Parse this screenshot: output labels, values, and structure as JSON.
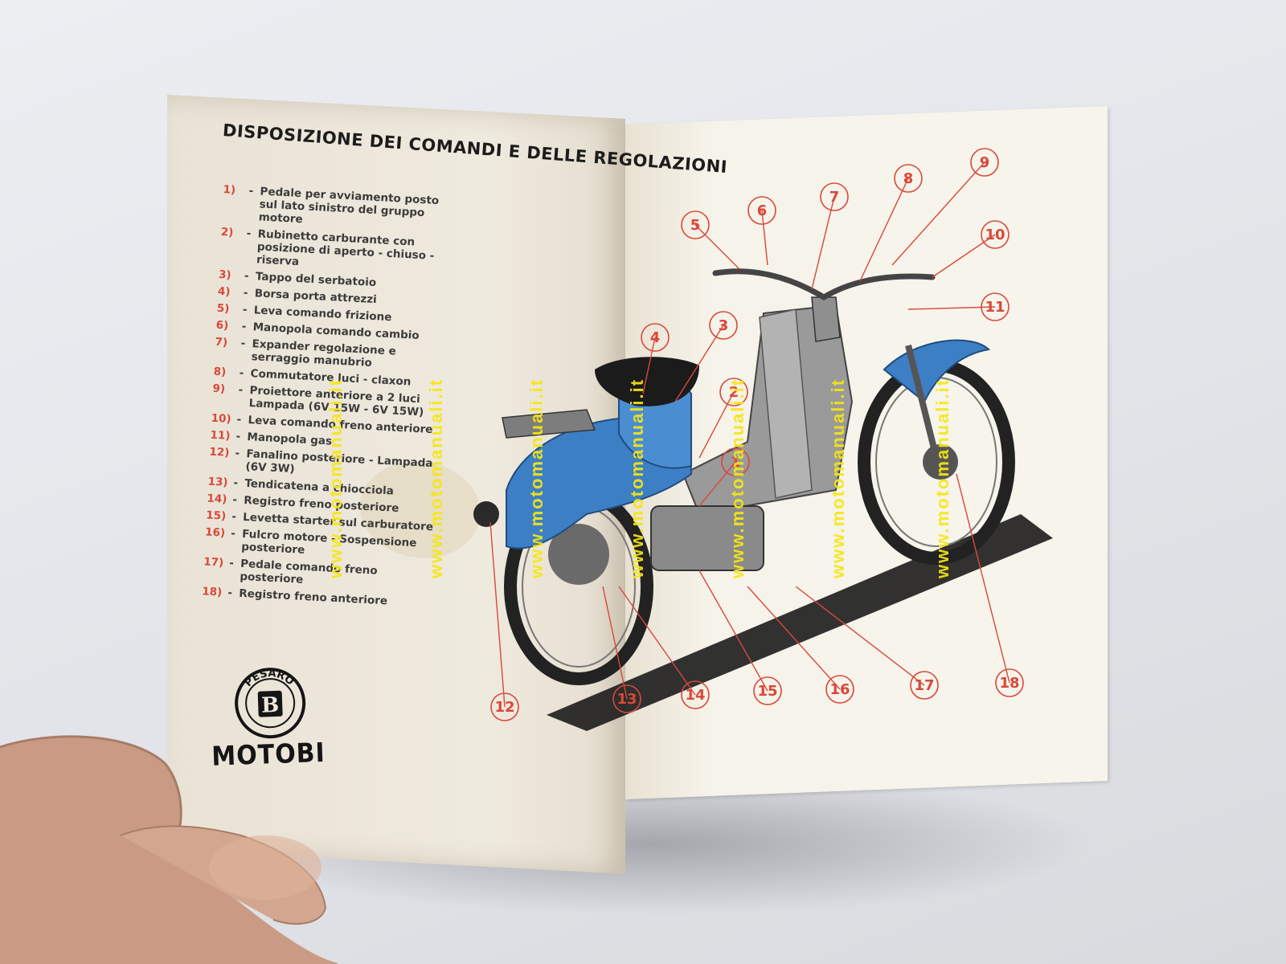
{
  "manual": {
    "title": "DISPOSIZIONE DEI COMANDI E DELLE REGOLAZIONI",
    "items": [
      {
        "num": "1)",
        "text": "Pedale per avviamento posto sul lato sinistro del gruppo motore"
      },
      {
        "num": "2)",
        "text": "Rubinetto carburante con posizione di aperto - chiuso - riserva"
      },
      {
        "num": "3)",
        "text": "Tappo del serbatoio"
      },
      {
        "num": "4)",
        "text": "Borsa porta attrezzi"
      },
      {
        "num": "5)",
        "text": "Leva comando frizione"
      },
      {
        "num": "6)",
        "text": "Manopola comando cambio"
      },
      {
        "num": "7)",
        "text": "Expander regolazione e serraggio manubrio"
      },
      {
        "num": "8)",
        "text": "Commutatore luci - claxon"
      },
      {
        "num": "9)",
        "text": "Proiettore anteriore a 2 luci Lampada (6V 15W - 6V 15W)"
      },
      {
        "num": "10)",
        "text": "Leva comando freno anteriore"
      },
      {
        "num": "11)",
        "text": "Manopola gas"
      },
      {
        "num": "12)",
        "text": "Fanalino posteriore - Lampada (6V 3W)"
      },
      {
        "num": "13)",
        "text": "Tendicatena a chiocciola"
      },
      {
        "num": "14)",
        "text": "Registro freno posteriore"
      },
      {
        "num": "15)",
        "text": "Levetta starter sul carburatore"
      },
      {
        "num": "16)",
        "text": "Fulcro motore - Sospensione posteriore"
      },
      {
        "num": "17)",
        "text": "Pedale comando freno posteriore"
      },
      {
        "num": "18)",
        "text": "Registro freno anteriore"
      }
    ],
    "logo_badge": "PESARO",
    "logo_letter": "B",
    "brand": "MOTOBI"
  },
  "callouts": [
    "1",
    "2",
    "3",
    "4",
    "5",
    "6",
    "7",
    "8",
    "9",
    "10",
    "11",
    "12",
    "13",
    "14",
    "15",
    "16",
    "17",
    "18"
  ],
  "watermark": "www.motomanuali.it",
  "colors": {
    "callout_red": "#d9483a",
    "scooter_blue": "#3d7fc4",
    "watermark_yellow": "#f5e614"
  }
}
